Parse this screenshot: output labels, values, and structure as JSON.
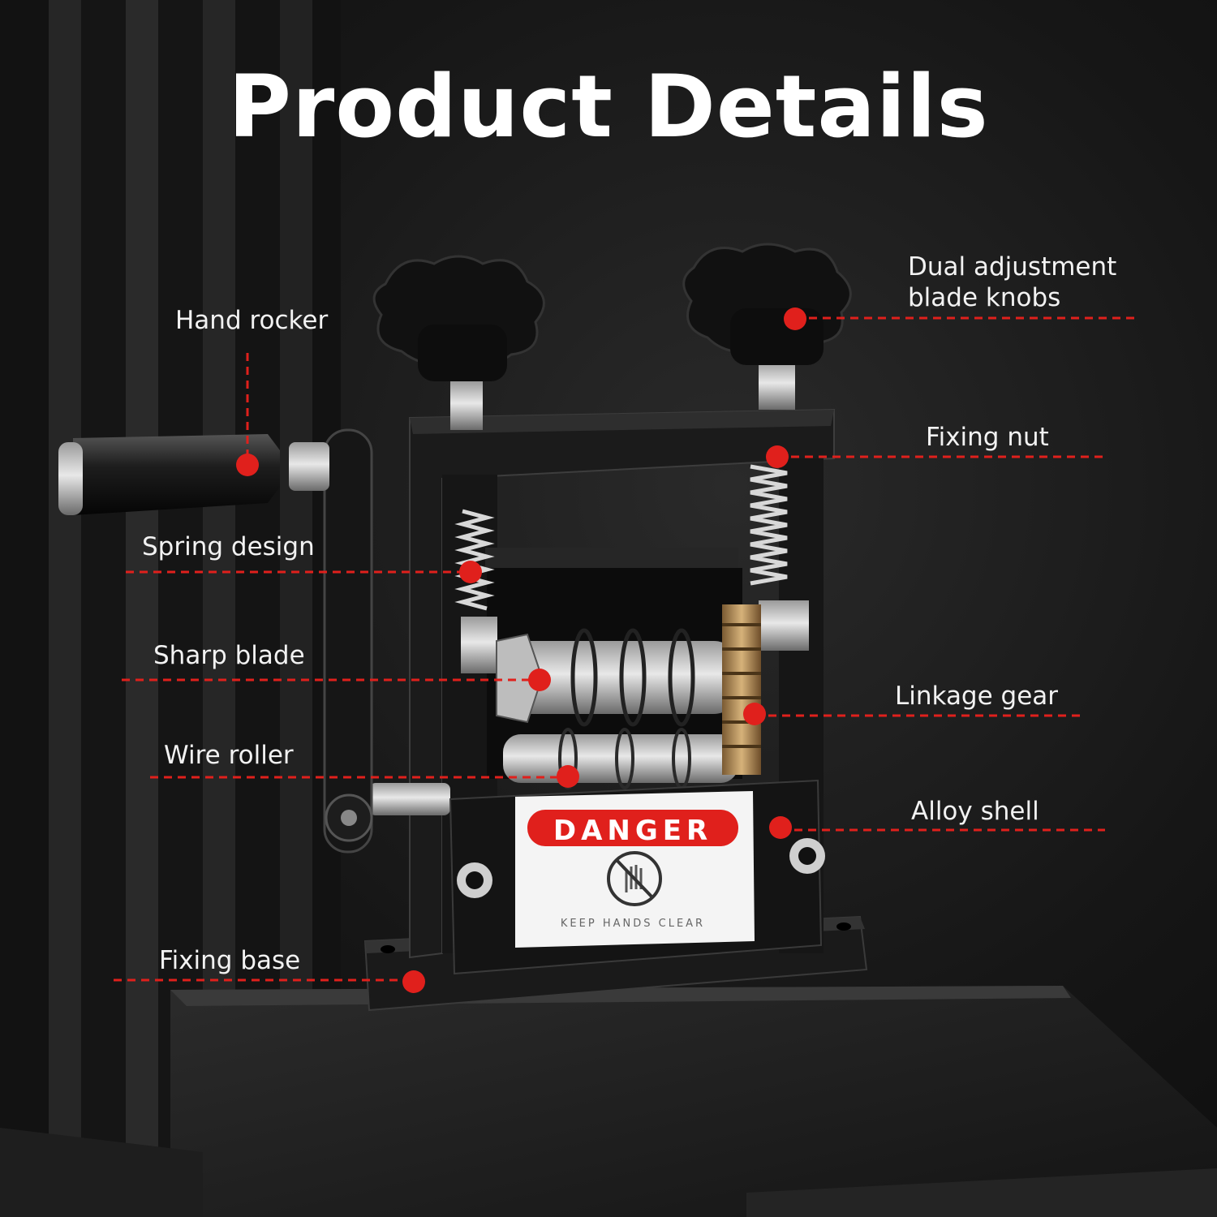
{
  "title": "Product Details",
  "colors": {
    "accent": "#e0201c",
    "background": "#141414",
    "text": "#ffffff"
  },
  "labels": {
    "hand_rocker": "Hand rocker",
    "spring_design": "Spring design",
    "sharp_blade": "Sharp blade",
    "wire_roller": "Wire roller",
    "fixing_base": "Fixing base",
    "dual_knobs_line1": "Dual adjustment",
    "dual_knobs_line2": "blade knobs",
    "fixing_nut": "Fixing nut",
    "linkage_gear": "Linkage gear",
    "alloy_shell": "Alloy shell"
  },
  "sign": {
    "heading": "DANGER",
    "caption": "KEEP HANDS CLEAR",
    "icon": "no-hand-icon"
  }
}
